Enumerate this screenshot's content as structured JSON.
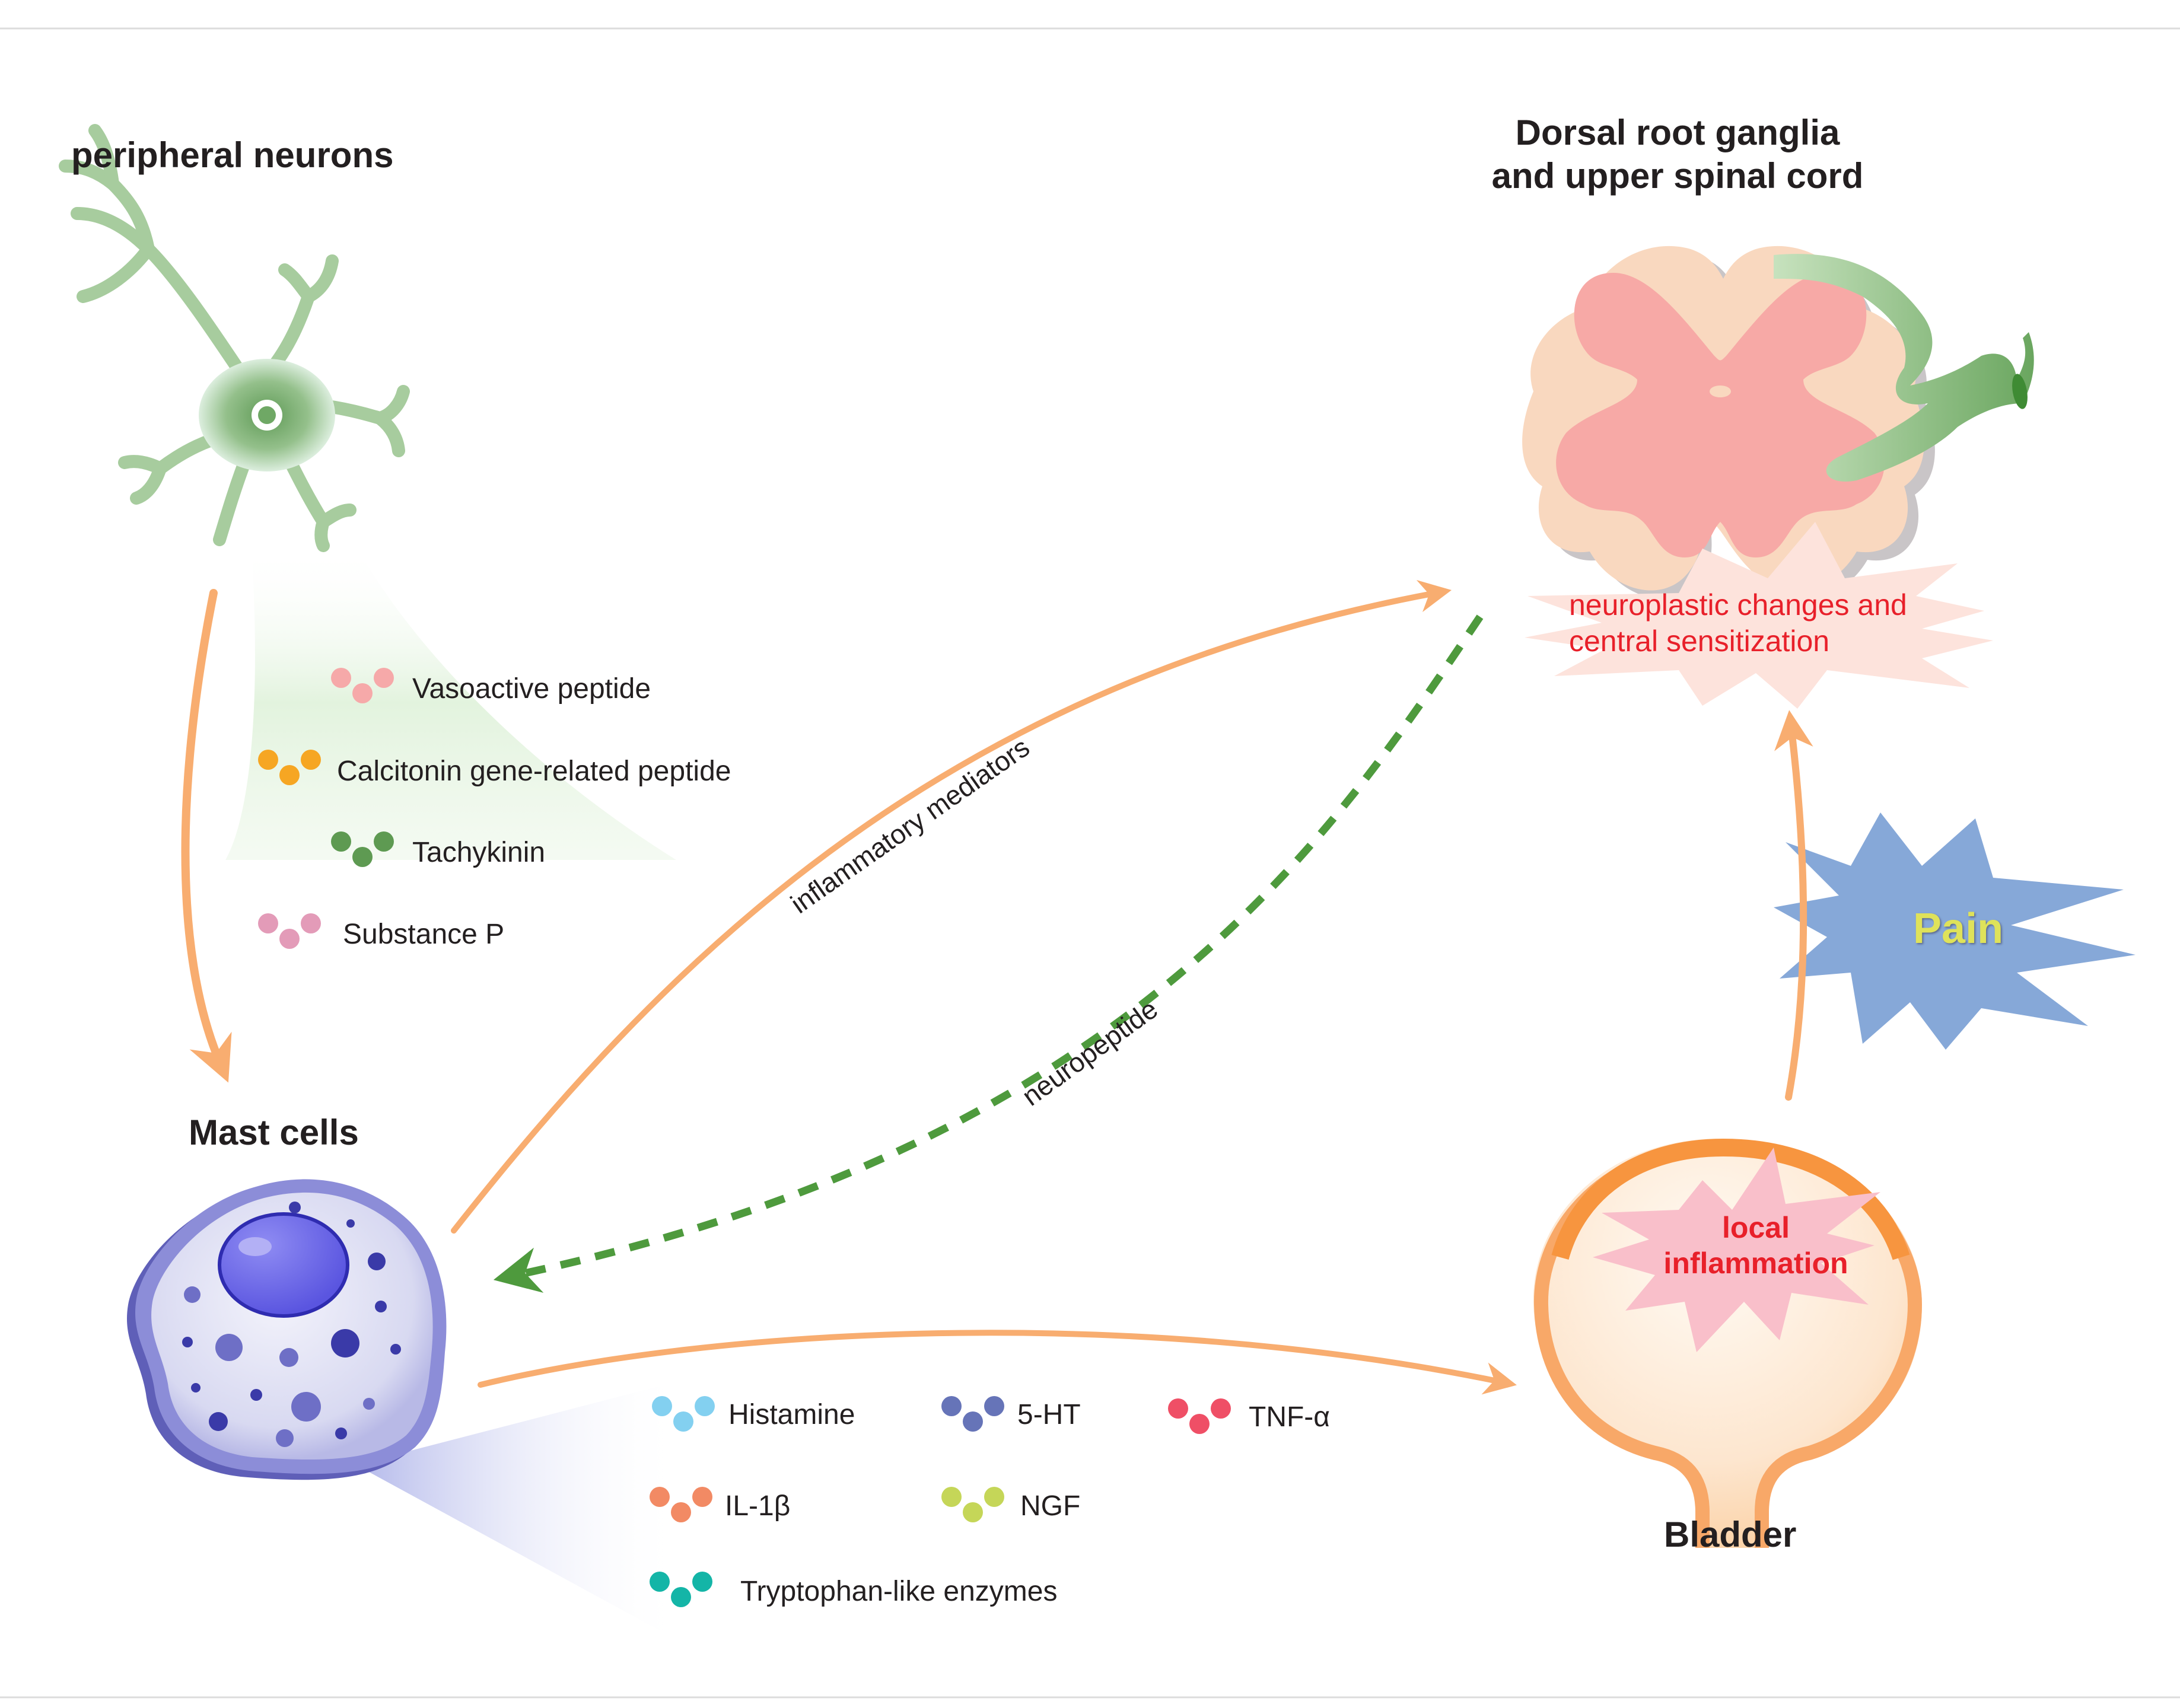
{
  "titles": {
    "peripheral_neurons": "peripheral neurons",
    "drg_line1": "Dorsal root ganglia",
    "drg_line2": "and upper spinal cord",
    "mast_cells": "Mast cells",
    "bladder": "Bladder"
  },
  "neuropeptides": [
    {
      "label": "Vasoactive peptide",
      "color": "#f6a9a9"
    },
    {
      "label": "Calcitonin gene-related peptide",
      "color": "#f6a623"
    },
    {
      "label": "Tachykinin",
      "color": "#5e9a52"
    },
    {
      "label": "Substance P",
      "color": "#e39bb8"
    }
  ],
  "mediators": [
    {
      "label": "Histamine",
      "color": "#83d0f0"
    },
    {
      "label": "5-HT",
      "color": "#6674b8"
    },
    {
      "label": "TNF-α",
      "color": "#ef4f66"
    },
    {
      "label": "IL-1β",
      "color": "#f28a64"
    },
    {
      "label": "NGF",
      "color": "#c5d658"
    },
    {
      "label": "Tryptophan-like enzymes",
      "color": "#14b5a7"
    }
  ],
  "arrows": {
    "inflammatory_mediators": "inflammatory mediators",
    "neuropeptide": "neuropeptide"
  },
  "sensitization": {
    "line1": "neuroplastic changes and",
    "line2": "central  sensitization"
  },
  "inflammation": {
    "line1": "local",
    "line2": "inflammation"
  },
  "pain": "Pain",
  "colors": {
    "arrow_orange": "#f8ad70",
    "arrow_green": "#4e9a3d",
    "text_red": "#e8202a",
    "neuron_green": "#6fa865",
    "mast_purple": "#6b6cc8",
    "pain_blue": "#86a8d8"
  }
}
